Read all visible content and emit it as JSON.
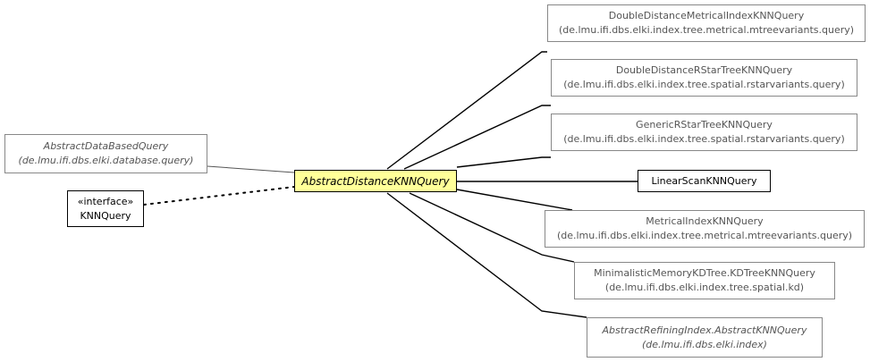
{
  "diagram": {
    "focus": {
      "name": "AbstractDistanceKNNQuery",
      "fill": "#ffff99"
    },
    "superclass": {
      "name": "AbstractDataBasedQuery",
      "package": "(de.lmu.ifi.dbs.elki.database.query)"
    },
    "interface": {
      "stereotype": "«interface»",
      "name": "KNNQuery"
    },
    "subclasses": [
      {
        "name": "DoubleDistanceMetricalIndexKNNQuery",
        "package": "(de.lmu.ifi.dbs.elki.index.tree.metrical.mtreevariants.query)"
      },
      {
        "name": "DoubleDistanceRStarTreeKNNQuery",
        "package": "(de.lmu.ifi.dbs.elki.index.tree.spatial.rstarvariants.query)"
      },
      {
        "name": "GenericRStarTreeKNNQuery",
        "package": "(de.lmu.ifi.dbs.elki.index.tree.spatial.rstarvariants.query)"
      },
      {
        "name": "LinearScanKNNQuery"
      },
      {
        "name": "MetricalIndexKNNQuery",
        "package": "(de.lmu.ifi.dbs.elki.index.tree.metrical.mtreevariants.query)"
      },
      {
        "name": "MinimalisticMemoryKDTree.KDTreeKNNQuery",
        "package": "(de.lmu.ifi.dbs.elki.index.tree.spatial.kd)"
      },
      {
        "name": "AbstractRefiningIndex.AbstractKNNQuery",
        "package": "(de.lmu.ifi.dbs.elki.index)"
      }
    ]
  }
}
